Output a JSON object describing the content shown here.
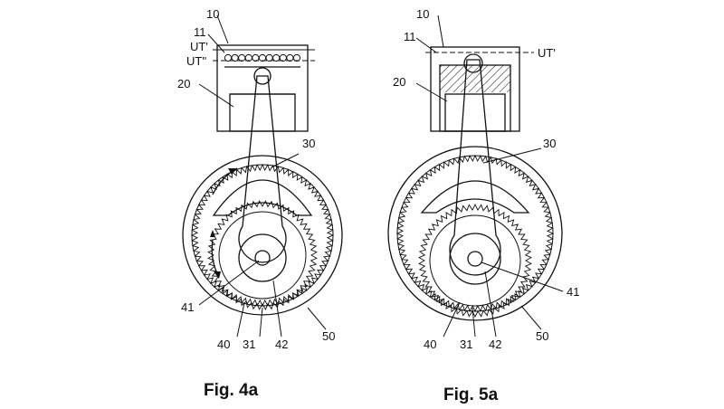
{
  "figures": [
    {
      "caption": "Fig. 4a",
      "labels": {
        "l10": "10",
        "l11": "11",
        "ut1": "UT'",
        "ut2": "UT''",
        "l20": "20",
        "l30": "30",
        "l41": "41",
        "l40": "40",
        "l31": "31",
        "l42": "42",
        "l50": "50"
      }
    },
    {
      "caption": "Fig. 5a",
      "labels": {
        "l10": "10",
        "l11": "11",
        "ut1": "UT'",
        "l20": "20",
        "l30": "30",
        "l41": "41",
        "l40": "40",
        "l31": "31",
        "l42": "42",
        "l50": "50"
      }
    }
  ]
}
